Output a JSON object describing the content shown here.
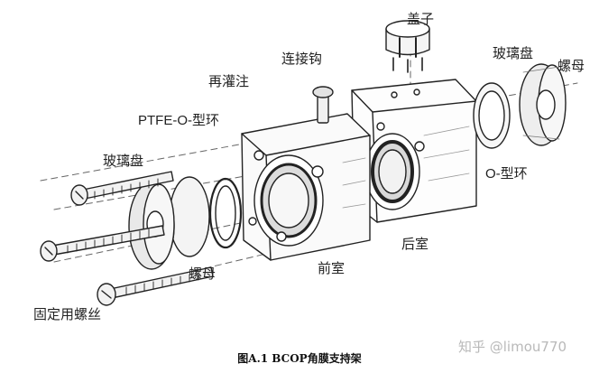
{
  "labels": {
    "cap": "盖子",
    "connector_hook": "连接钩",
    "refill": "再灌注",
    "ptfe_o_ring": "PTFE-O-型环",
    "glass_plate_right": "玻璃盘",
    "nut_right": "螺母",
    "glass_plate_left": "玻璃盘",
    "o_ring": "O-型环",
    "nut_left": "螺母",
    "front_chamber": "前室",
    "rear_chamber": "后室",
    "fixing_screws": "固定用螺丝"
  },
  "caption": "图A.1 BCOP角膜支持架",
  "watermark": "知乎 @limou770"
}
